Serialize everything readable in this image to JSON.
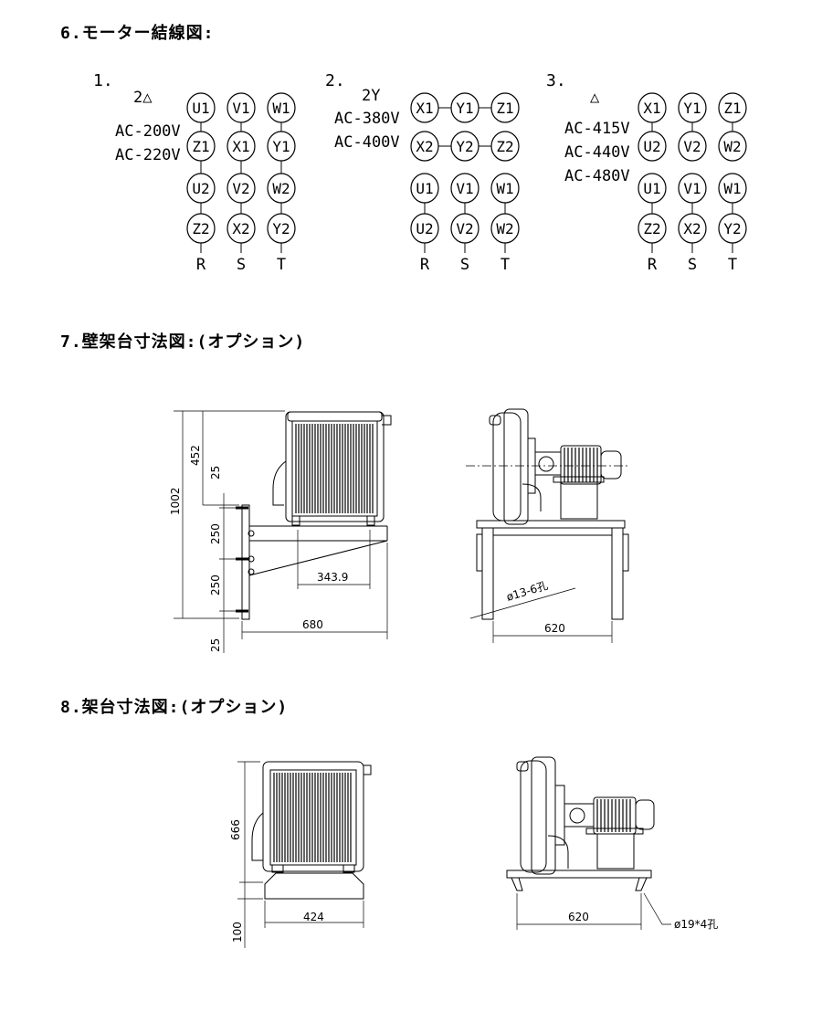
{
  "section6": {
    "title": "6.モーター結線図:",
    "diagrams": [
      {
        "number": "1.",
        "symbol": "2△",
        "voltages": [
          "AC-200V",
          "AC-220V"
        ],
        "rows": [
          [
            "U1",
            "V1",
            "W1"
          ],
          [
            "Z1",
            "X1",
            "Y1"
          ],
          [
            "U2",
            "V2",
            "W2"
          ],
          [
            "Z2",
            "X2",
            "Y2"
          ]
        ],
        "phases": [
          "R",
          "S",
          "T"
        ]
      },
      {
        "number": "2.",
        "symbol": "2Y",
        "voltages": [
          "AC-380V",
          "AC-400V"
        ],
        "rows": [
          [
            "X1",
            "Y1",
            "Z1"
          ],
          [
            "X2",
            "Y2",
            "Z2"
          ],
          [
            "U1",
            "V1",
            "W1"
          ],
          [
            "U2",
            "V2",
            "W2"
          ]
        ],
        "phases": [
          "R",
          "S",
          "T"
        ]
      },
      {
        "number": "3.",
        "symbol": "△",
        "voltages": [
          "AC-415V",
          "AC-440V",
          "AC-480V"
        ],
        "rows": [
          [
            "X1",
            "Y1",
            "Z1"
          ],
          [
            "U2",
            "V2",
            "W2"
          ],
          [
            "U1",
            "V1",
            "W1"
          ],
          [
            "Z2",
            "X2",
            "Y2"
          ]
        ],
        "phases": [
          "R",
          "S",
          "T"
        ]
      }
    ]
  },
  "section7": {
    "title": "7.壁架台寸法図:(オプション)",
    "dims": {
      "total_height": "1002",
      "top": "452",
      "upper_gap": "25",
      "bracket_upper": "250",
      "bracket_lower": "250",
      "bottom_gap": "25",
      "offset": "343.9",
      "depth": "680",
      "width": "620",
      "holes": "ø13-6孔"
    }
  },
  "section8": {
    "title": "8.架台寸法図:(オプション)",
    "dims": {
      "height": "666",
      "base": "100",
      "depth": "424",
      "width": "620",
      "holes": "ø19*4孔"
    }
  }
}
